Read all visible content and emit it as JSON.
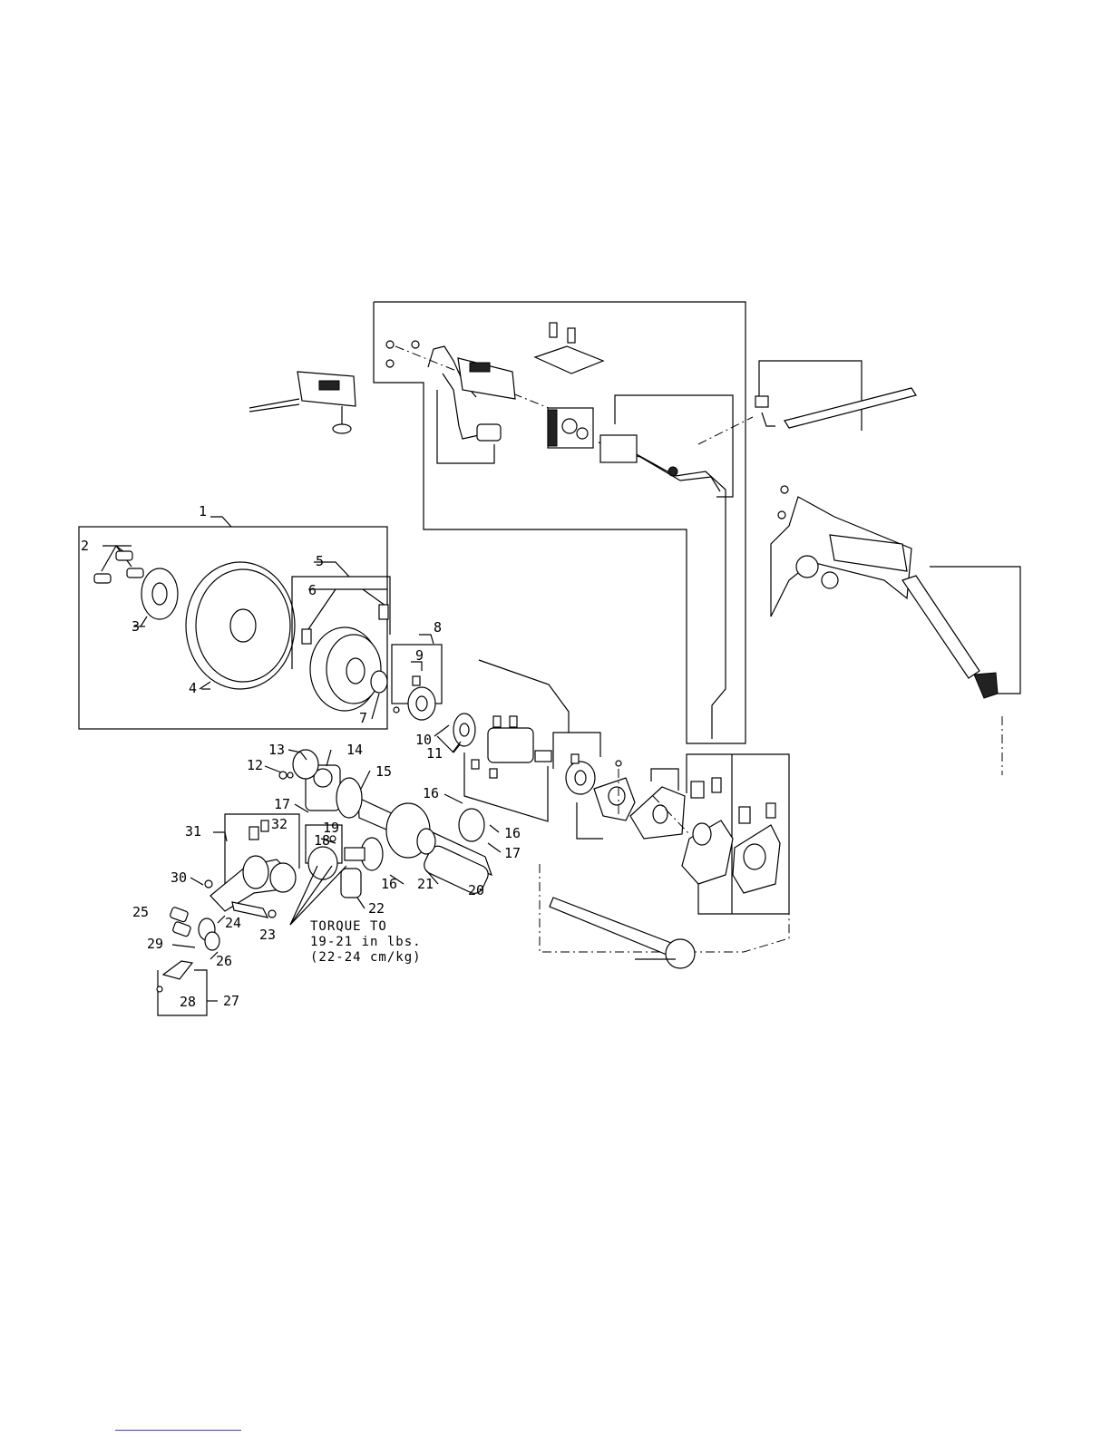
{
  "callouts": {
    "c1": "1",
    "c2": "2",
    "c3": "3",
    "c4": "4",
    "c5": "5",
    "c6": "6",
    "c7": "7",
    "c8": "8",
    "c9": "9",
    "c10": "10",
    "c11": "11",
    "c12": "12",
    "c13": "13",
    "c14": "14",
    "c15": "15",
    "c16a": "16",
    "c16b": "16",
    "c16c": "16",
    "c17a": "17",
    "c17b": "17",
    "c18": "18",
    "c19": "19",
    "c20": "20",
    "c21": "21",
    "c22": "22",
    "c23": "23",
    "c24": "24",
    "c25": "25",
    "c26": "26",
    "c27": "27",
    "c28": "28",
    "c29": "29",
    "c30": "30",
    "c31": "31",
    "c32": "32"
  },
  "torque_note": {
    "line1": "TORQUE TO",
    "line2": "19-21 in lbs.",
    "line3": "(22-24 cm/kg)"
  }
}
